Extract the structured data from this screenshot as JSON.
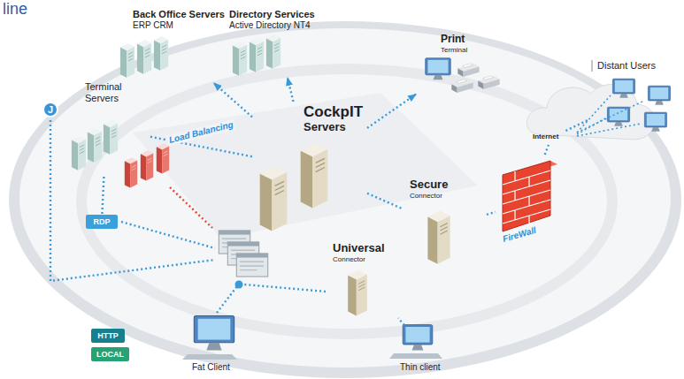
{
  "diagram": {
    "nodes": [
      {
        "text": [
          "Back Office Servers",
          "ERP CRM"
        ]
      },
      {
        "text": [
          "Directory Services",
          "Active Directory NT4"
        ]
      },
      {
        "text": [
          "Print",
          "Terminal"
        ]
      },
      {
        "text": [
          "Distant Users"
        ]
      },
      {
        "text": [
          "J"
        ]
      },
      {
        "text": [
          "Terminal Servers"
        ]
      },
      {
        "text": [
          "CockpIT",
          "Servers"
        ]
      },
      {
        "text": [
          "Internet"
        ]
      },
      {
        "text": [
          "Secure",
          "Connector"
        ]
      },
      {
        "text": [
          "FireWall"
        ]
      },
      {
        "text": [
          "RDP"
        ]
      },
      {
        "text": [
          "Universal",
          "Connector"
        ]
      },
      {
        "text": [
          "HTTP"
        ]
      },
      {
        "text": [
          "LOCAL"
        ]
      },
      {
        "text": [
          "Fat Client"
        ]
      },
      {
        "text": [
          "Thin client"
        ]
      }
    ],
    "edges": [
      {
        "from": 6,
        "to": 0,
        "arrow": "to"
      },
      {
        "from": 6,
        "to": 1,
        "arrow": "to"
      },
      {
        "from": 6,
        "to": 2,
        "arrow": "to"
      },
      {
        "from": 5,
        "to": 6,
        "label": "Load Balancing",
        "arrow": "none"
      },
      {
        "from": 6,
        "to": 8,
        "arrow": "none"
      },
      {
        "from": 8,
        "to": 9,
        "arrow": "none"
      },
      {
        "from": 9,
        "to": 7,
        "arrow": "none"
      },
      {
        "from": 7,
        "to": 3,
        "arrow": "none"
      },
      {
        "from": 5,
        "to": 10,
        "arrow": "none"
      },
      {
        "from": 15,
        "to": 11,
        "arrow": "none"
      }
    ],
    "labels": [
      "line"
    ]
  }
}
